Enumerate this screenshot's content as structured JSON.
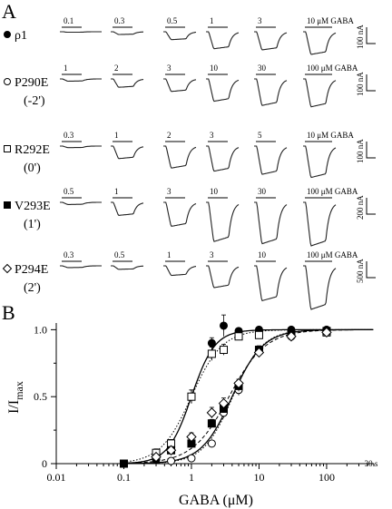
{
  "panel_a": {
    "letter": "A",
    "time_scale": "30 s",
    "rows": [
      {
        "symbol": "filled-circle",
        "name": "ρ1",
        "pos": "",
        "concs": [
          "0.1",
          "0.3",
          "0.5",
          "1",
          "3",
          "10 μM GABA"
        ],
        "amps": [
          0.02,
          0.12,
          0.35,
          0.75,
          0.8,
          1.0
        ],
        "scale": "100 nA"
      },
      {
        "symbol": "open-circle",
        "name": "P290E",
        "pos": "(-2')",
        "concs": [
          "1",
          "2",
          "3",
          "10",
          "30",
          "100 μM GABA"
        ],
        "amps": [
          0.08,
          0.3,
          0.45,
          0.8,
          0.95,
          1.0
        ],
        "scale": "100 nA"
      },
      {
        "symbol": "open-square",
        "name": "R292E",
        "pos": "(0')",
        "concs": [
          "0.3",
          "1",
          "2",
          "3",
          "5",
          "10 μM GABA"
        ],
        "amps": [
          0.05,
          0.4,
          0.7,
          0.8,
          0.9,
          1.0
        ],
        "scale": "100 nA"
      },
      {
        "symbol": "filled-square",
        "name": "V293E",
        "pos": "(1')",
        "concs": [
          "0.5",
          "1",
          "3",
          "10",
          "30",
          "100 μM GABA"
        ],
        "amps": [
          0.05,
          0.3,
          0.55,
          0.9,
          0.95,
          1.0
        ],
        "scale": "200 nA"
      },
      {
        "symbol": "open-diamond",
        "name": "P294E",
        "pos": "(2')",
        "concs": [
          "0.3",
          "0.5",
          "1",
          "3",
          "10",
          "100 μM GABA"
        ],
        "amps": [
          0.04,
          0.08,
          0.22,
          0.5,
          0.8,
          1.0
        ],
        "scale": "500 nA"
      }
    ]
  },
  "panel_b": {
    "letter": "B",
    "chart_data": {
      "type": "scatter",
      "xscale": "log",
      "xlim": [
        0.01,
        500
      ],
      "ylim": [
        0,
        1.05
      ],
      "xticks": [
        "0.01",
        "0.1",
        "1",
        "10",
        "100"
      ],
      "yticks": [
        "0",
        "0.5",
        "1.0"
      ],
      "xlabel": "GABA (μM)",
      "ylabel_main": "I/I",
      "ylabel_sub": "max",
      "series": [
        {
          "name": "ρ1",
          "marker": "filled-circle",
          "line": "solid",
          "ec50": 1.0,
          "hill": 2.5,
          "x": [
            0.1,
            0.3,
            0.5,
            1,
            2,
            3,
            5,
            10,
            30,
            100
          ],
          "y": [
            0.0,
            0.03,
            0.12,
            0.5,
            0.9,
            1.03,
            0.99,
            1.0,
            1.0,
            1.0
          ],
          "err": [
            0,
            0.01,
            0.02,
            0.05,
            0.04,
            0.08,
            0.02,
            0.01,
            0.01,
            0.01
          ]
        },
        {
          "name": "P290E (-2')",
          "marker": "open-circle",
          "line": "dotted",
          "ec50": 4.1,
          "hill": 2.0,
          "x": [
            0.5,
            1,
            2,
            3,
            5,
            10,
            30,
            100
          ],
          "y": [
            0.02,
            0.04,
            0.15,
            0.38,
            0.55,
            0.85,
            0.95,
            0.98
          ],
          "err": [
            0.01,
            0.01,
            0.02,
            0.04,
            0.04,
            0.03,
            0.02,
            0.01
          ]
        },
        {
          "name": "R292E (0')",
          "marker": "open-square",
          "line": "dotted",
          "ec50": 1.0,
          "hill": 1.9,
          "x": [
            0.3,
            0.5,
            1,
            2,
            3,
            5,
            10,
            30,
            100
          ],
          "y": [
            0.08,
            0.15,
            0.5,
            0.82,
            0.85,
            0.95,
            0.96,
            0.97,
            0.98
          ],
          "err": [
            0.03,
            0.03,
            0.05,
            0.05,
            0.04,
            0.02,
            0.02,
            0.01,
            0.01
          ]
        },
        {
          "name": "V293E (1')",
          "marker": "filled-square",
          "line": "solid",
          "ec50": 4.0,
          "hill": 1.9,
          "x": [
            0.1,
            0.5,
            1,
            2,
            3,
            5,
            10,
            30,
            100
          ],
          "y": [
            0.0,
            0.1,
            0.15,
            0.3,
            0.41,
            0.58,
            0.85,
            0.97,
            0.99
          ],
          "err": [
            0,
            0.02,
            0.02,
            0.03,
            0.03,
            0.04,
            0.02,
            0.01,
            0.01
          ]
        },
        {
          "name": "P294E (2')",
          "marker": "open-diamond",
          "line": "dashed",
          "ec50": 3.6,
          "hill": 1.6,
          "x": [
            0.3,
            0.5,
            1,
            2,
            3,
            5,
            10,
            30,
            100
          ],
          "y": [
            0.05,
            0.1,
            0.2,
            0.38,
            0.45,
            0.6,
            0.83,
            0.95,
            0.98
          ],
          "err": [
            0.02,
            0.02,
            0.03,
            0.04,
            0.04,
            0.03,
            0.02,
            0.01,
            0.01
          ]
        }
      ]
    }
  }
}
